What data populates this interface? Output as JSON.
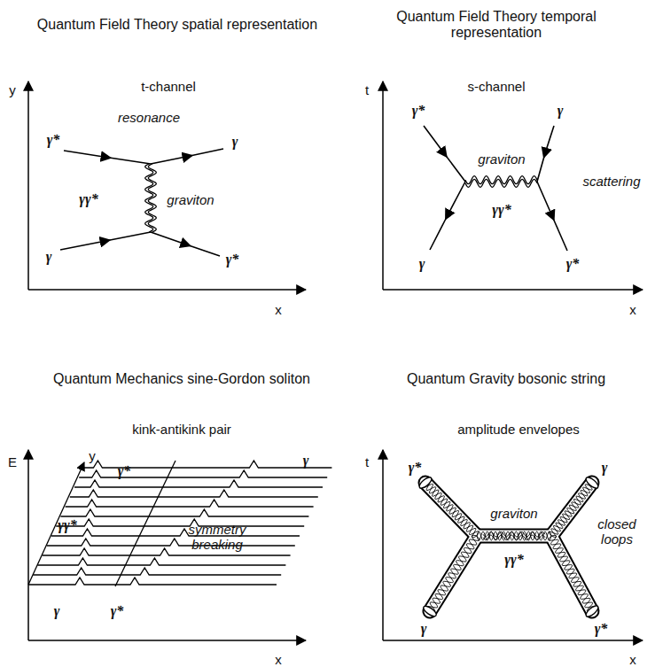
{
  "diagram": {
    "labels": [
      "Quantum Field Theory spatial representation",
      "t-channel",
      "y",
      "resonance",
      "γ*",
      "γ",
      "γγ*",
      "graviton",
      "γ",
      "γ*",
      "x",
      "Quantum Field Theory temporal representation",
      "s-channel",
      "t",
      "γ*",
      "γ",
      "graviton",
      "scattering",
      "γγ*",
      "γ",
      "γ*",
      "x",
      "Quantum Mechanics sine-Gordon soliton",
      "kink-antikink pair",
      "E",
      "y",
      "γ*",
      "γ",
      "γγ*",
      "symmetry breaking",
      "γ",
      "γ*",
      "x",
      "Quantum Gravity bosonic string",
      "amplitude envelopes",
      "t",
      "γ*",
      "γ",
      "graviton",
      "closed loops",
      "γγ*",
      "γ",
      "γ*",
      "x"
    ]
  }
}
